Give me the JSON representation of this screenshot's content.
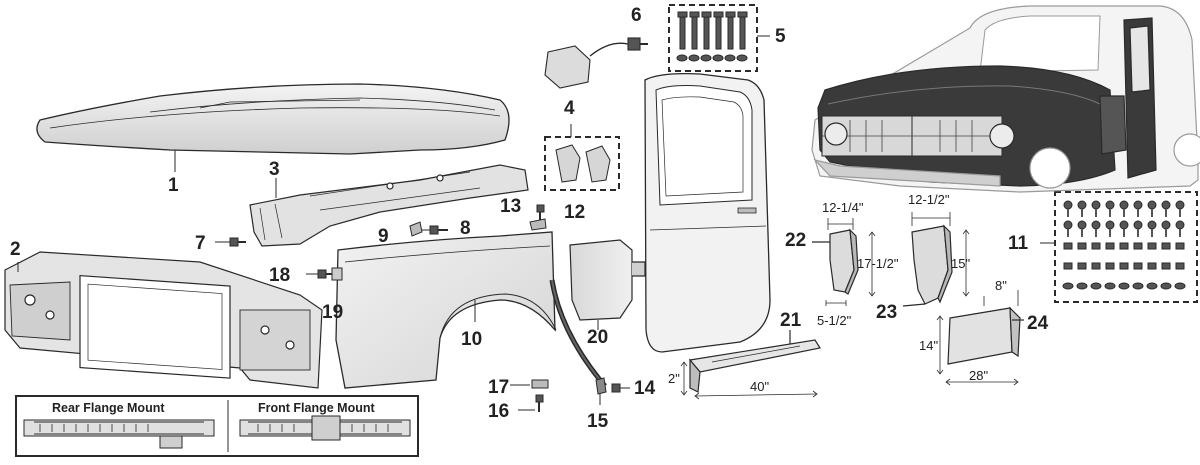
{
  "callouts": [
    "1",
    "2",
    "3",
    "4",
    "5",
    "6",
    "7",
    "8",
    "9",
    "10",
    "11",
    "12",
    "13",
    "14",
    "15",
    "16",
    "17",
    "18",
    "19",
    "20",
    "21",
    "22",
    "23",
    "24"
  ],
  "dimensions": {
    "d22_width": "12-1/4\"",
    "d22_height": "17-1/2\"",
    "d22_base": "5-1/2\"",
    "d23_width": "12-1/2\"",
    "d23_height": "15\"",
    "d24_width": "8\"",
    "d24_height": "14\"",
    "d24_length": "28\"",
    "d21_height": "2\"",
    "d21_length": "40\""
  },
  "flange_box": {
    "rear_label": "Rear Flange Mount",
    "front_label": "Front Flange Mount"
  },
  "colors": {
    "line": "#2a2a2a",
    "part_fill": "#e6e6e6",
    "part_dark": "#bcbcbc",
    "truck_fill": "#3a3a3a",
    "truck_light": "#d8d8d8"
  }
}
